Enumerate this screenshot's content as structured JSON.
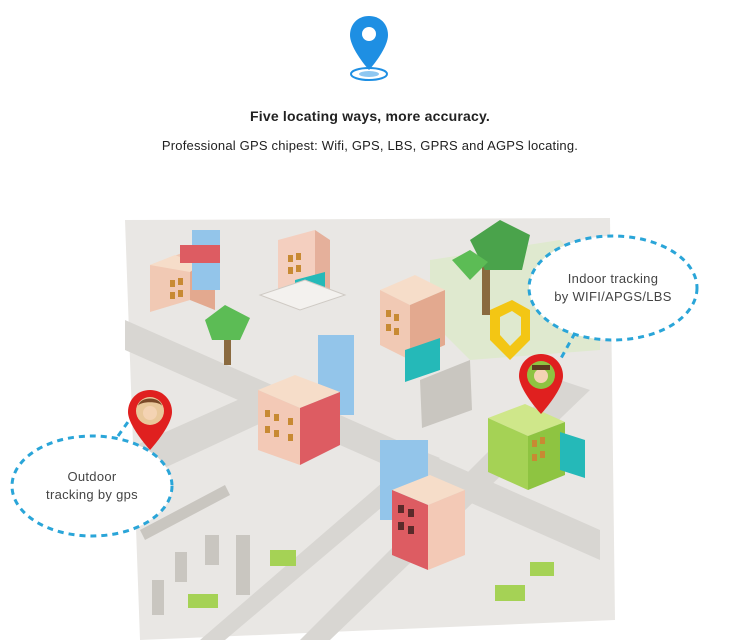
{
  "header": {
    "icon": "location-pin-icon",
    "title": "Five locating ways, more accuracy.",
    "subtitle": "Professional GPS chipest: Wifi, GPS, LBS, GPRS and AGPS locating."
  },
  "bubbles": {
    "indoor": {
      "line1": "Indoor tracking",
      "line2": "by WIFI/APGS/LBS"
    },
    "outdoor": {
      "line1": "Outdoor",
      "line2": "tracking by gps"
    }
  },
  "colors": {
    "pin_blue": "#1e8fe3",
    "marker_red": "#e0201f",
    "bubble_stroke": "#2aa5d8",
    "geofence_yellow": "#f3c614"
  }
}
